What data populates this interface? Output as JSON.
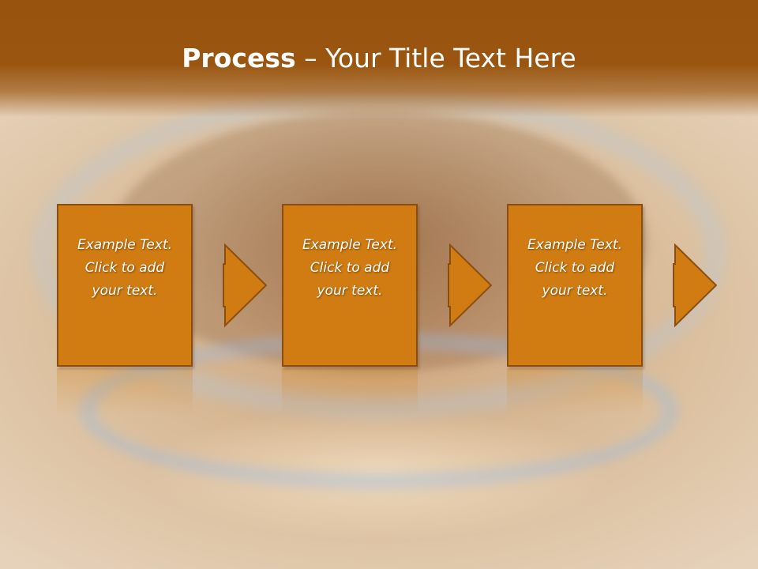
{
  "slide": {
    "title_bold": "Process",
    "title_rest": " – Your Title Text Here"
  },
  "steps": [
    {
      "text": "Example Text.\nClick  to add\nyour text."
    },
    {
      "text": "Example Text.\nClick  to add\nyour text."
    },
    {
      "text": "Example Text.\nClick  to add\nyour text."
    }
  ],
  "colors": {
    "header": "#98540e",
    "box_fill": "#d07c12",
    "box_border": "#8a4f10",
    "text": "#ffffff"
  }
}
